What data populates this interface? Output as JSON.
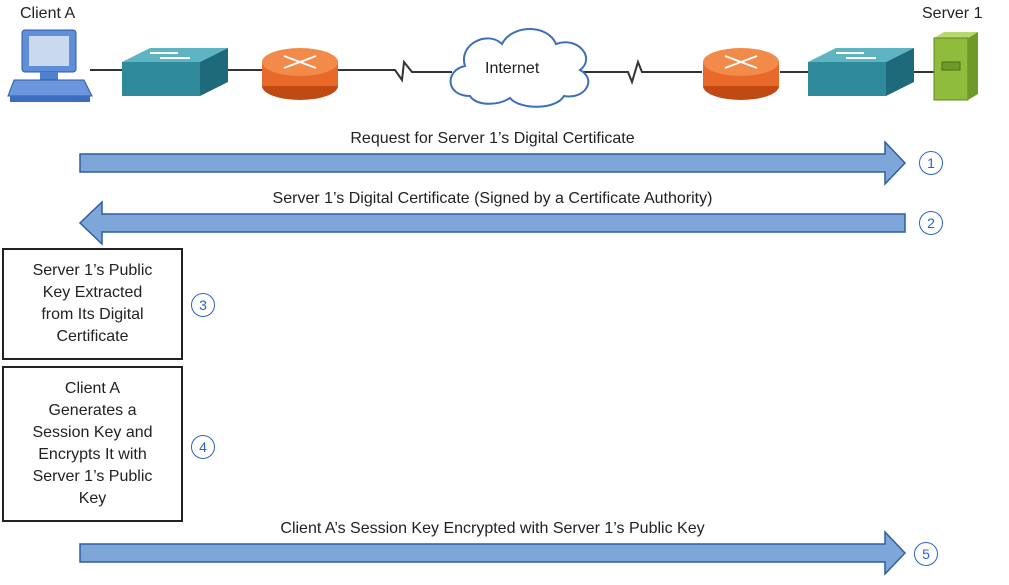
{
  "nodes": {
    "client_label": "Client A",
    "server_label": "Server 1",
    "internet_label": "Internet"
  },
  "steps": [
    {
      "num": "1",
      "caption": "Request for Server 1’s Digital Certificate",
      "direction": "right"
    },
    {
      "num": "2",
      "caption": "Server 1’s Digital Certificate (Signed by a Certificate Authority)",
      "direction": "left"
    },
    {
      "num": "3",
      "box": "Server 1’s Public\nKey Extracted\nfrom Its Digital\nCertificate"
    },
    {
      "num": "4",
      "box": "Client A\nGenerates a\nSession Key and\nEncrypts It with\nServer 1’s Public\nKey"
    },
    {
      "num": "5",
      "caption": "Client A’s Session Key Encrypted with Server 1’s Public Key",
      "direction": "right"
    }
  ],
  "colors": {
    "arrow_fill": "#7ea6d8",
    "arrow_stroke": "#2f5f9e",
    "switch": "#2f8a9c",
    "router": "#e8692a",
    "server": "#8fbc3c",
    "pc": "#4f7fd0",
    "step_circle": "#2a64c8"
  },
  "icons": [
    "pc-icon",
    "switch-icon",
    "router-icon",
    "cloud-icon",
    "server-icon"
  ]
}
